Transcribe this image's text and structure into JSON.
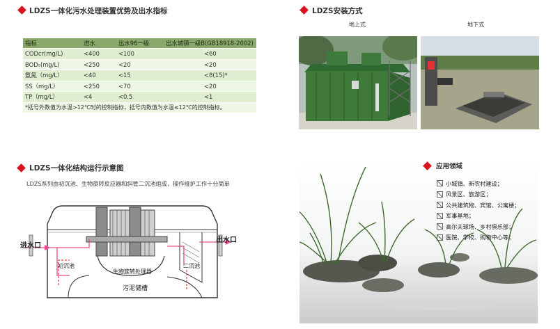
{
  "sections": {
    "advantages": {
      "title": "LDZS一体化污水处理装置优势及出水指标"
    },
    "install": {
      "title": "LDZS安装方式",
      "above_label": "地上式",
      "below_label": "地下式"
    },
    "structure": {
      "title": "LDZS一体化结构运行示意图",
      "description": "LDZS系列由初沉池、生物旋转反应器和斜管二沉池组成，操作维护工作十分简单"
    },
    "applications": {
      "title": "应用领域"
    }
  },
  "table": {
    "headers": [
      "指标",
      "进水",
      "出水96一级",
      "出水城镇一级B(GB18918-2002)"
    ],
    "rows": [
      [
        "CODcr(mg/L)",
        "<400",
        "<100",
        "<60"
      ],
      [
        "BOD₅(mg/L)",
        "<250",
        "<20",
        "<20"
      ],
      [
        "氨氮（mg/L）",
        "<40",
        "<15",
        "<8(15)*"
      ],
      [
        "SS（mg/L）",
        "<250",
        "<70",
        "<20"
      ],
      [
        "TP（mg/L）",
        "<4",
        "<0.5",
        "<1"
      ]
    ],
    "footnote": "*括号外数值为水温>12℃时的控制指标，括号内数值为水温≤12℃的控制指标。"
  },
  "diagram": {
    "inlet": "进水口",
    "outlet": "出水口",
    "primary": "初沉池",
    "bio": "生物旋转处理器",
    "secondary": "二沉池",
    "sludge": "污泥储槽"
  },
  "applications": [
    "小城镇、新农村建设；",
    "风景区、旅游区；",
    "公共建筑物、宾馆、公寓楼；",
    "军事基地；",
    "高尔夫球场、乡村俱乐部；",
    "医院、学校、购物中心等；"
  ],
  "colors": {
    "accent": "#d8141c",
    "table_header": "#8aa86b",
    "table_row": "#dfeed0",
    "tank_green": "#3f7a3a"
  }
}
